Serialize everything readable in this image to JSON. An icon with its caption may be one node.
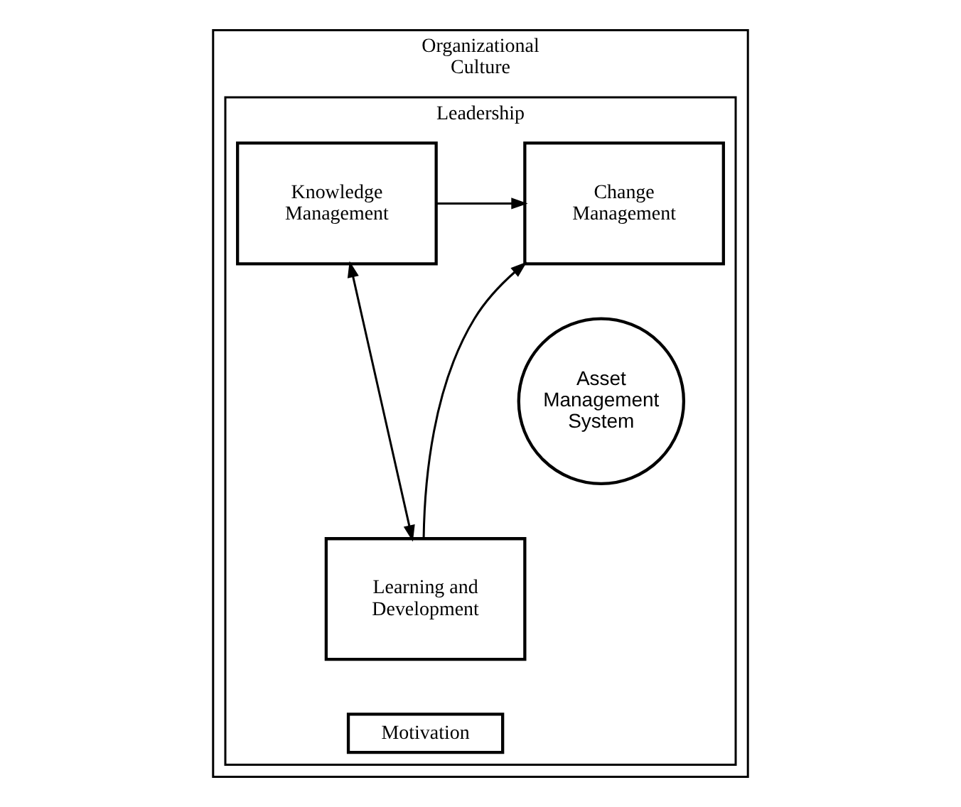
{
  "diagram": {
    "nodes": [
      {
        "text": [
          "Organizational Culture"
        ]
      },
      {
        "text": [
          "Leadership"
        ],
        "in": 0
      },
      {
        "text": [
          "Motivation"
        ],
        "in": 1
      },
      {
        "text": [
          "Knowledge Management"
        ],
        "in": 1
      },
      {
        "text": [
          "Change Management"
        ],
        "in": 1
      },
      {
        "text": [
          "Asset Management System"
        ],
        "in": 1
      },
      {
        "text": [
          "Learning and Development"
        ],
        "in": 1
      }
    ],
    "edges": [
      {
        "from": 3,
        "to": 4,
        "arrow": "to"
      },
      {
        "from": 3,
        "to": 6,
        "arrow": "both"
      },
      {
        "from": 6,
        "to": 4,
        "arrow": "to"
      }
    ]
  }
}
